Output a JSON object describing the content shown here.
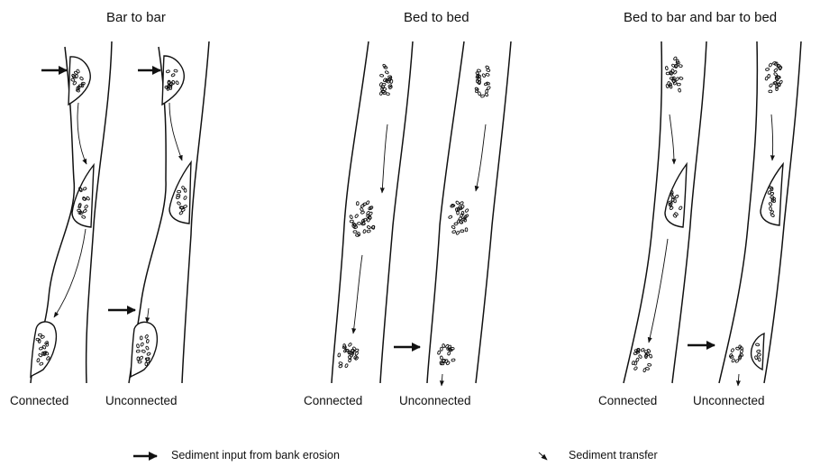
{
  "panels": [
    {
      "title": "Bar to bar",
      "connected_label": "Connected",
      "unconnected_label": "Unconnected"
    },
    {
      "title": "Bed to bed",
      "connected_label": "Connected",
      "unconnected_label": "Unconnected"
    },
    {
      "title": "Bed to bar and bar to bed",
      "connected_label": "Connected",
      "unconnected_label": "Unconnected"
    }
  ],
  "legend": {
    "input_label": "Sediment input from bank erosion",
    "transfer_label": "Sediment transfer",
    "input_icon": "bold-arrow-icon",
    "transfer_icon": "small-diagonal-arrow-icon"
  }
}
